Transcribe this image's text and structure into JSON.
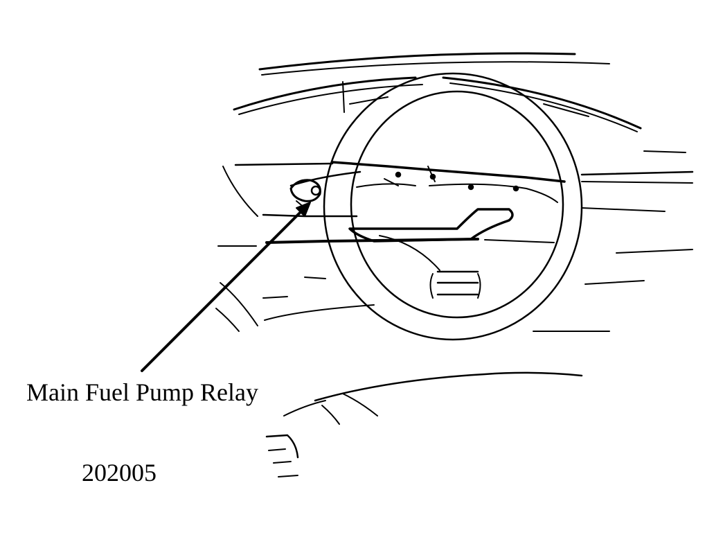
{
  "diagram": {
    "callout_label": "Main Fuel Pump Relay",
    "figure_number": "202005",
    "colors": {
      "ink": "#000000",
      "paper": "#ffffff"
    },
    "components": [
      {
        "name": "steering-wheel"
      },
      {
        "name": "windshield-edge"
      },
      {
        "name": "instrument-panel"
      },
      {
        "name": "fuel-pump-relay"
      },
      {
        "name": "leader-arrow"
      },
      {
        "name": "lower-dash"
      },
      {
        "name": "console-vent"
      }
    ]
  }
}
